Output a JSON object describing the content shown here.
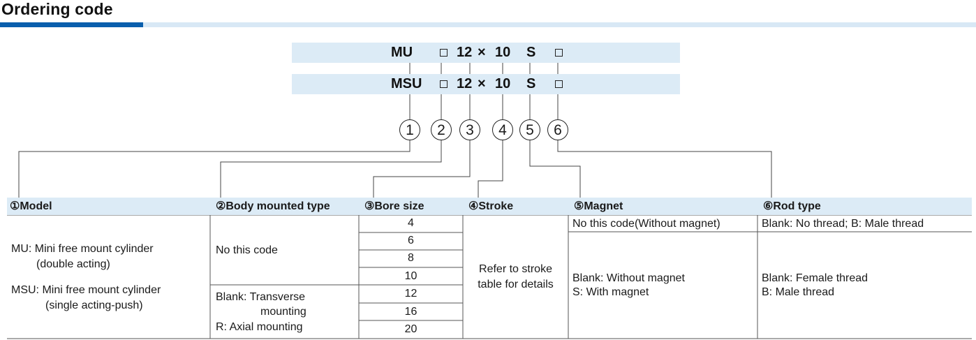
{
  "title": "Ordering code",
  "codes": [
    {
      "prefix": "MU",
      "box1": "□",
      "bore": "12",
      "x": "×",
      "stroke": "10",
      "magnet": "S",
      "box2": "□"
    },
    {
      "prefix": "MSU",
      "box1": "□",
      "bore": "12",
      "x": "×",
      "stroke": "10",
      "magnet": "S",
      "box2": "□"
    }
  ],
  "markers": [
    "1",
    "2",
    "3",
    "4",
    "5",
    "6"
  ],
  "headers": {
    "model": "①Model",
    "body": "②Body mounted type",
    "bore": "③Bore size",
    "stroke": "④Stroke",
    "magnet": "⑤Magnet",
    "rod": "⑥Rod type"
  },
  "model": {
    "mu_line1": "MU: Mini free mount cylinder",
    "mu_line2": "(double acting)",
    "msu_line1": "MSU: Mini free mount cylinder",
    "msu_line2": "(single acting-push)"
  },
  "body": {
    "no_code": "No this code",
    "blank_line1": "Blank: Transverse",
    "blank_line2": "mounting",
    "axial": "R: Axial mounting"
  },
  "bore_sizes": [
    "4",
    "6",
    "8",
    "10",
    "12",
    "16",
    "20"
  ],
  "stroke": {
    "line1": "Refer to stroke",
    "line2": "table for details"
  },
  "magnet": {
    "no_code": "No this code(Without magnet)",
    "blank": "Blank: Without magnet",
    "s": "S: With magnet"
  },
  "rod": {
    "row1": "Blank: No thread; B: Male thread",
    "blank": "Blank: Female thread",
    "b": "B: Male thread"
  }
}
